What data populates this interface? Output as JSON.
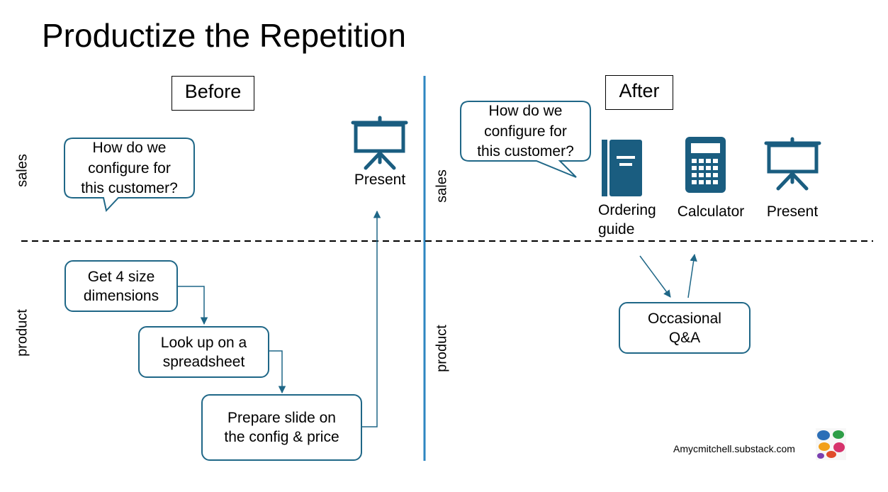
{
  "title": "Productize the Repetition",
  "before": {
    "heading": "Before",
    "lanes": {
      "sales": "sales",
      "product": "product"
    },
    "bubble": [
      "How do we",
      "configure for",
      "this customer?"
    ],
    "present_label": "Present",
    "steps": [
      [
        "Get 4 size",
        "dimensions"
      ],
      [
        "Look up on a",
        "spreadsheet"
      ],
      [
        "Prepare slide on",
        "the config & price"
      ]
    ]
  },
  "after": {
    "heading": "After",
    "lanes": {
      "sales": "sales",
      "product": "product"
    },
    "bubble": [
      "How do we",
      "configure for",
      "this customer?"
    ],
    "tools": {
      "ordering_guide": [
        "Ordering",
        "guide"
      ],
      "calculator": "Calculator",
      "present": "Present"
    },
    "qa": [
      "Occasional",
      "Q&A"
    ]
  },
  "credit": "Amycmitchell.substack.com",
  "colors": {
    "accent": "#1f6787",
    "divider": "#2e86c1",
    "icon": "#1a5d80",
    "dash": "#000000"
  },
  "icons": [
    "presentation-board-icon",
    "book-icon",
    "calculator-icon",
    "hands-logo-icon"
  ]
}
